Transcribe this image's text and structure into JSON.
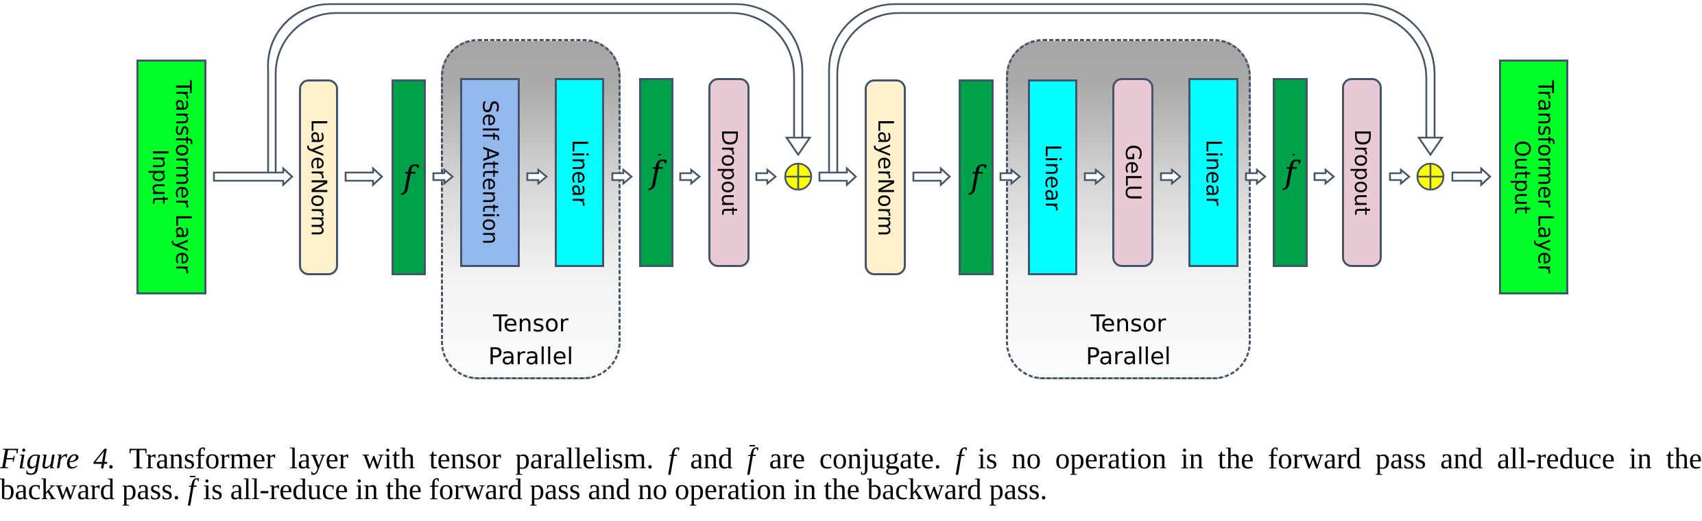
{
  "diagram": {
    "input_label": "Transformer Layer\nInput",
    "output_label": "Transformer Layer\nOutput",
    "tensor_parallel_label_1": "Tensor",
    "tensor_parallel_label_2": "Parallel",
    "block1": {
      "layernorm": "LayerNorm",
      "f": "f",
      "self_attention": "Self Attention",
      "linear": "Linear",
      "fbar": "f",
      "dropout": "Dropout"
    },
    "block2": {
      "layernorm": "LayerNorm",
      "f": "f",
      "linear1": "Linear",
      "gelu": "GeLU",
      "linear2": "Linear",
      "fbar": "f",
      "dropout": "Dropout"
    },
    "colors": {
      "io": "#00ff26",
      "layernorm": "#fff0cc",
      "f_block": "#00a14b",
      "self_attention": "#93b8ee",
      "linear": "#00ffff",
      "dropout_gelu": "#e9c9d5",
      "plus": "#ffff00",
      "outline": "#44546a"
    }
  },
  "caption": {
    "figure_label": "Figure 4.",
    "line1_a": " Transformer layer with tensor parallelism.",
    "f": "f",
    "and": " and ",
    "line1_b": " are conjugate. ",
    "line1_c": " is no operation in the forward pass and all-reduce in the",
    "line2_a": "backward pass. ",
    "line2_b": " is all-reduce in the forward pass and no operation in the backward pass."
  }
}
